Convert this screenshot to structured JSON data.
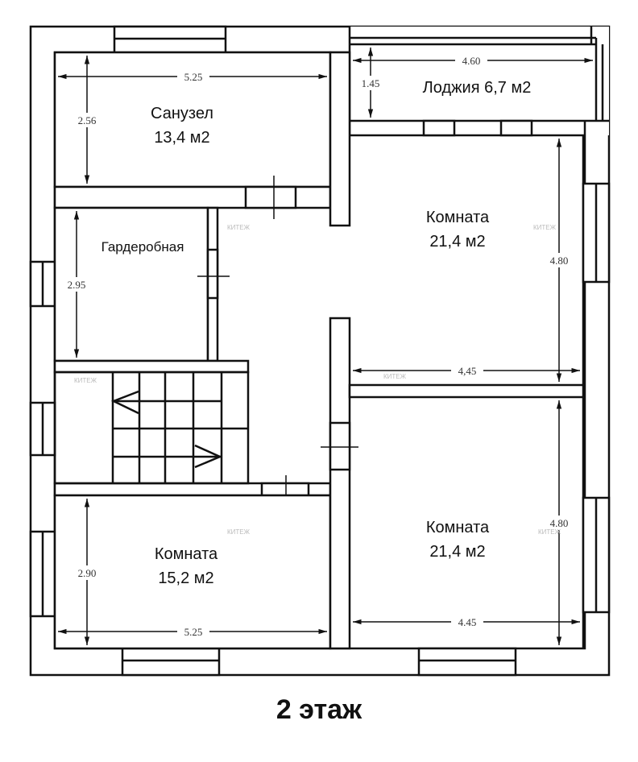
{
  "title": "2 этаж",
  "rooms": {
    "bathroom": {
      "name": "Санузел",
      "area": "13,4 м2"
    },
    "wardrobe": {
      "name": "Гардеробная"
    },
    "loggia": {
      "name": "Лоджия 6,7 м2"
    },
    "room_top_right": {
      "name": "Комната",
      "area": "21,4 м2"
    },
    "room_bottom_right": {
      "name": "Комната",
      "area": "21,4 м2"
    },
    "room_bottom_left": {
      "name": "Комната",
      "area": "15,2 м2"
    }
  },
  "dimensions": {
    "bathroom_width": "5.25",
    "bathroom_depth": "2.56",
    "wardrobe_depth": "2.95",
    "loggia_width": "4.60",
    "loggia_depth": "1.45",
    "room_tr_depth": "4.80",
    "room_tr_width": "4,45",
    "room_br_depth": "4.80",
    "room_br_width": "4.45",
    "room_bl_depth": "2.90",
    "room_bl_width": "5.25"
  },
  "watermark": "КИТЕЖ"
}
